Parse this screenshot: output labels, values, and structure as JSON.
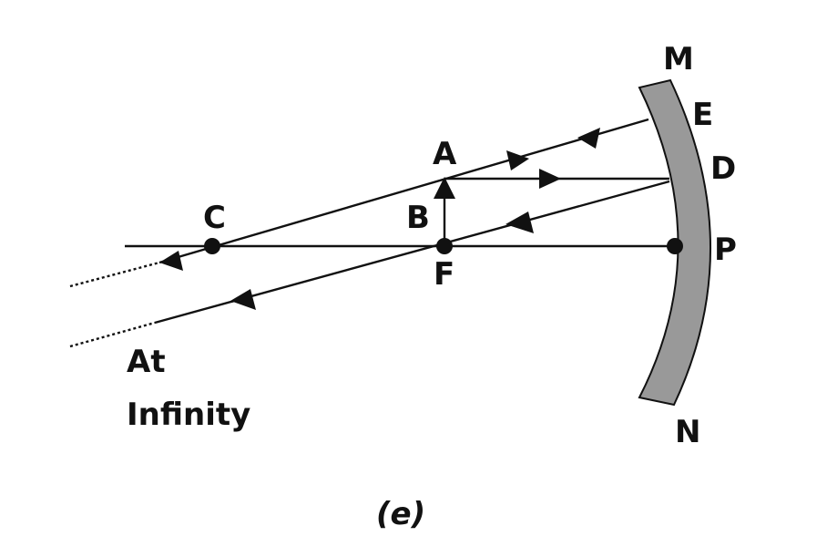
{
  "diagram": {
    "labels": {
      "M": "M",
      "E": "E",
      "D": "D",
      "P": "P",
      "N": "N",
      "A": "A",
      "B": "B",
      "C": "C",
      "F": "F",
      "infinity_line1": "At",
      "infinity_line2": "Infinity",
      "caption": "(e)"
    },
    "colors": {
      "mirror": "#999999",
      "ink": "#111111"
    }
  }
}
